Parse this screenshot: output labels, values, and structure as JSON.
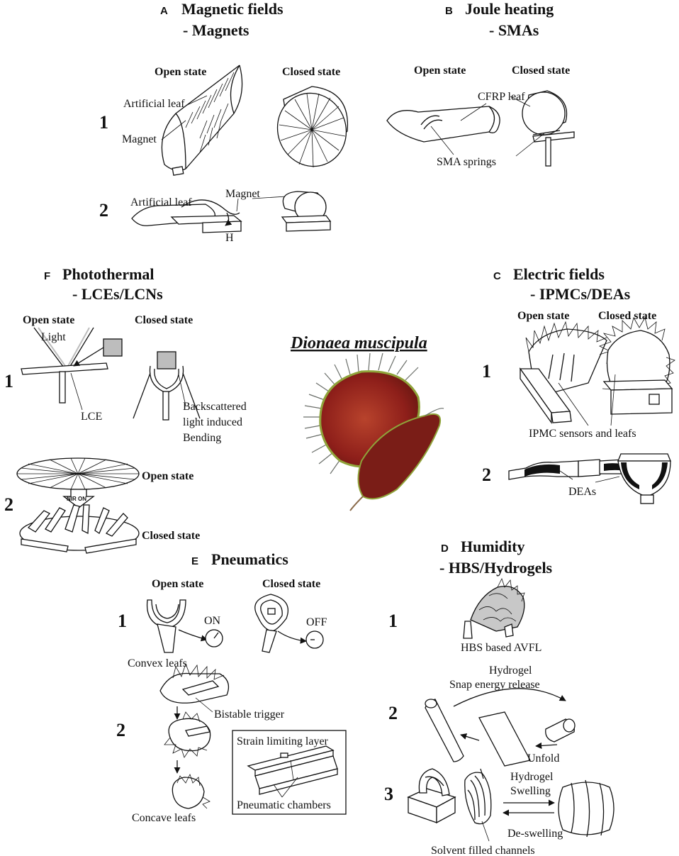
{
  "panels": {
    "A": {
      "letter": "A",
      "title": "Magnetic fields",
      "subtitle": "- Magnets",
      "open": "Open state",
      "closed": "Closed state",
      "n1": "1",
      "n2": "2",
      "leaf1": "Artificial leaf",
      "magnet1": "Magnet",
      "leaf2": "Artificial leaf",
      "magnet2": "Magnet",
      "h": "H"
    },
    "B": {
      "letter": "B",
      "title": "Joule heating",
      "subtitle": "- SMAs",
      "open": "Open state",
      "closed": "Closed state",
      "cfrp": "CFRP leaf",
      "sma": "SMA springs"
    },
    "C": {
      "letter": "C",
      "title": "Electric fields",
      "subtitle": "- IPMCs/DEAs",
      "open": "Open state",
      "closed": "Closed state",
      "n1": "1",
      "n2": "2",
      "ipmc": "IPMC sensors and leafs",
      "dea": "DEAs"
    },
    "D": {
      "letter": "D",
      "title": "Humidity",
      "subtitle": "- HBS/Hydrogels",
      "n1": "1",
      "n2": "2",
      "n3": "3",
      "hbs": "HBS based AVFL",
      "hydrogel": "Hydrogel",
      "snap": "Snap energy release",
      "unfold": "Unfold",
      "hydrogel2": "Hydrogel",
      "swelling": "Swelling",
      "deswelling": "De-swelling",
      "solvent": "Solvent filled channels"
    },
    "E": {
      "letter": "E",
      "title": "Pneumatics",
      "open": "Open state",
      "closed": "Closed state",
      "n1": "1",
      "n2": "2",
      "on": "ON",
      "off": "OFF",
      "convex": "Convex leafs",
      "bistable": "Bistable trigger",
      "strain": "Strain limiting layer",
      "chambers": "Pneumatic chambers",
      "concave": "Concave leafs"
    },
    "F": {
      "letter": "F",
      "title": "Photothermal",
      "subtitle": "- LCEs/LCNs",
      "open": "Open state",
      "closed": "Closed state",
      "n1": "1",
      "n2": "2",
      "light": "Light",
      "lce": "LCE",
      "back1": "Backscattered",
      "back2": "light induced",
      "back3": "Bending",
      "open2": "Open state",
      "closed2": "Closed state",
      "nir": "NIR ON"
    }
  },
  "center": {
    "species": "Dionaea muscipula"
  },
  "colors": {
    "ink": "#111111",
    "trap_red": "#8e1f1a",
    "trap_green": "#8fa33a",
    "grey_square": "#bdbdbd"
  }
}
